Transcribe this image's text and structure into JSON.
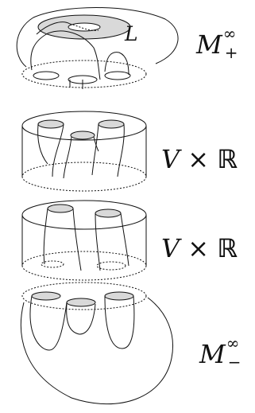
{
  "labels": {
    "loop": "L",
    "top_cap": {
      "base": "M",
      "sup": "∞",
      "sub": "+"
    },
    "slab_upper": {
      "space": "V",
      "times": "×",
      "reals": "ℝ"
    },
    "slab_lower": {
      "space": "V",
      "times": "×",
      "reals": "ℝ"
    },
    "bottom_cap": {
      "base": "M",
      "sup": "∞",
      "sub": "−"
    }
  },
  "colors": {
    "ink": "#111111",
    "shade": "#d9d9d9",
    "background": "#ffffff"
  }
}
